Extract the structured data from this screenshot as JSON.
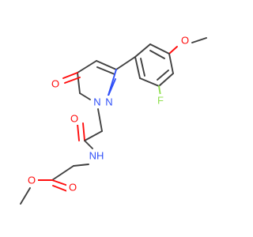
{
  "molecule": {
    "colors": {
      "bond": "#404040",
      "O": "#ff0d0d",
      "N": "#3050f8",
      "F": "#90e050",
      "background": "#ffffff"
    },
    "atoms": [
      {
        "id": "o_methoxy",
        "symbol": "O",
        "label": "O"
      },
      {
        "id": "f_aryl",
        "symbol": "F",
        "label": "F"
      },
      {
        "id": "o_ring_carbonyl",
        "symbol": "O",
        "label": "O"
      },
      {
        "id": "n_ring_1",
        "symbol": "N",
        "label": "N"
      },
      {
        "id": "n_ring_2",
        "symbol": "N",
        "label": "N"
      },
      {
        "id": "o_amide",
        "symbol": "O",
        "label": "O"
      },
      {
        "id": "n_amide",
        "symbol": "N",
        "label": "NH"
      },
      {
        "id": "o_ester_carbonyl",
        "symbol": "O",
        "label": "O"
      },
      {
        "id": "o_ester",
        "symbol": "O",
        "label": "O"
      }
    ]
  }
}
